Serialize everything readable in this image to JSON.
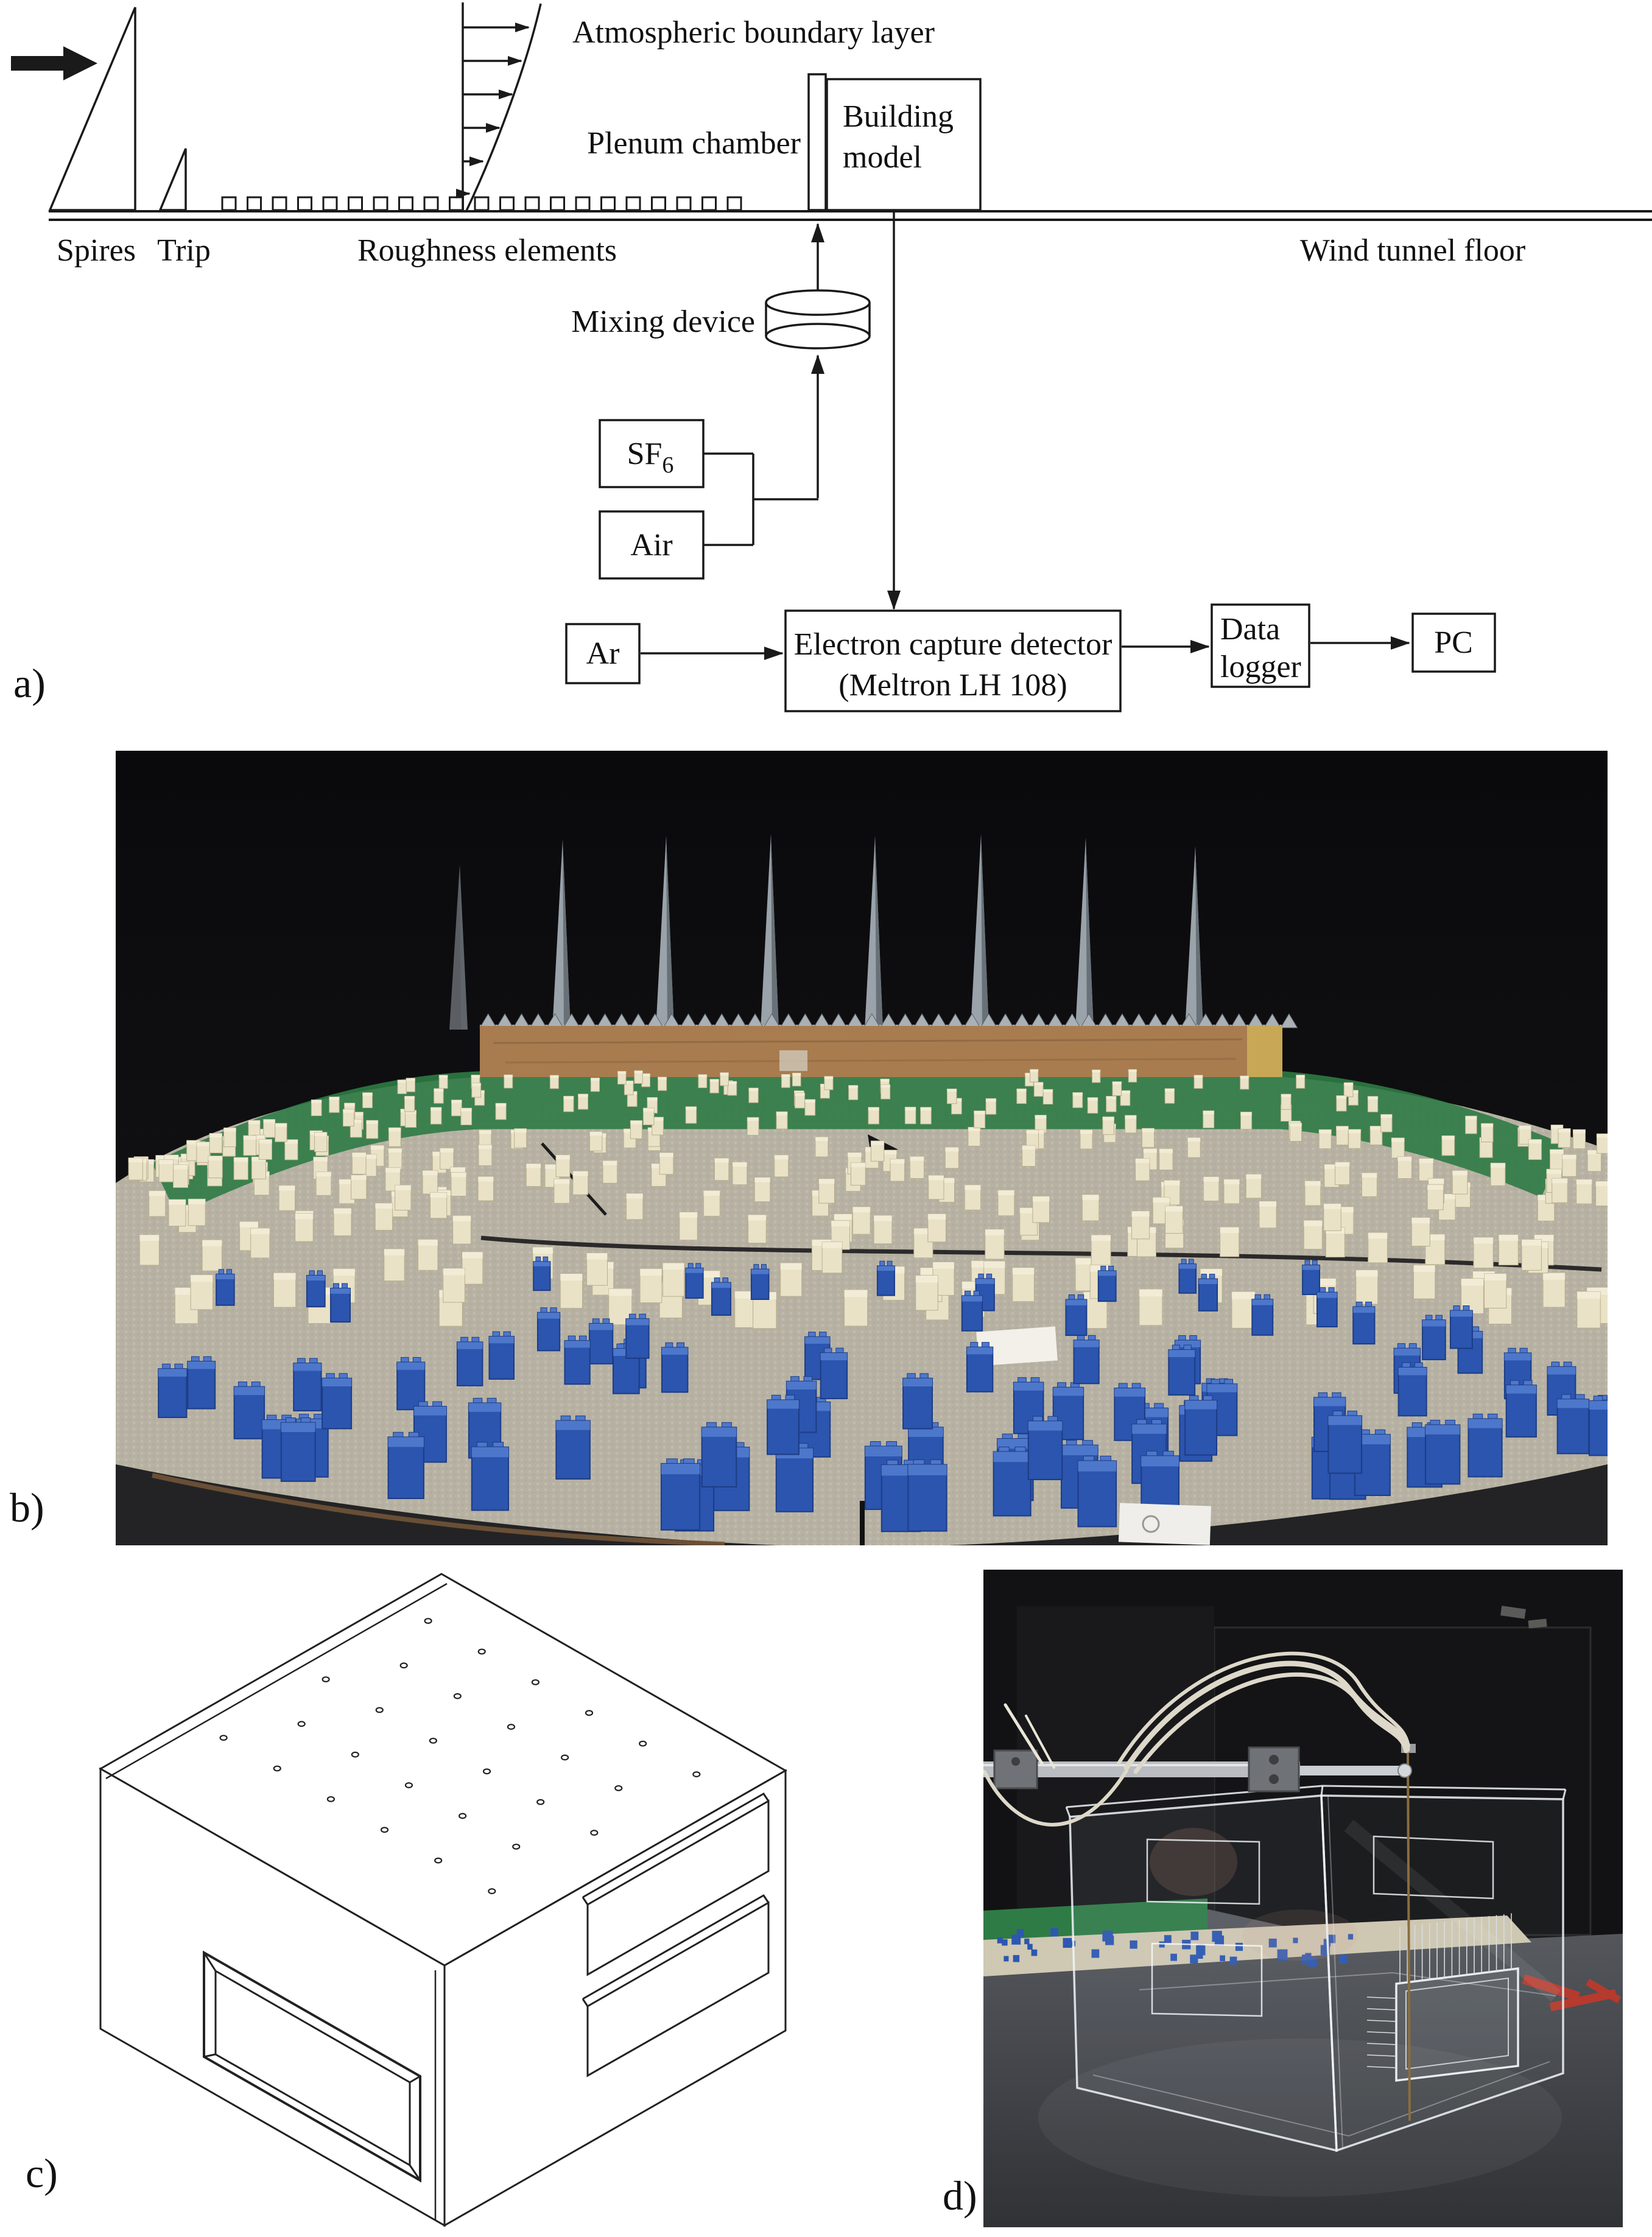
{
  "figure": {
    "panel_labels": {
      "a": "a)",
      "b": "b)",
      "c": "c)",
      "d": "d)"
    },
    "diagram": {
      "labels": {
        "atmospheric_boundary_layer": "Atmospheric boundary layer",
        "plenum_chamber": "Plenum chamber",
        "building_model_line1": "Building",
        "building_model_line2": "model",
        "spires": "Spires",
        "trip": "Trip",
        "roughness_elements": "Roughness elements",
        "wind_tunnel_floor": "Wind tunnel floor",
        "mixing_device": "Mixing device",
        "sf6_main": "SF",
        "sf6_sub": "6",
        "air": "Air",
        "ar": "Ar",
        "ecd_line1": "Electron capture detector",
        "ecd_line2": "(Meltron LH 108)",
        "data_logger_line1": "Data",
        "data_logger_line2": "logger",
        "pc": "PC"
      },
      "colors": {
        "line": "#1a1a1a",
        "background": "#ffffff"
      }
    },
    "photo_b": {
      "colors": {
        "bg": "#0d0d0f",
        "spire": "#9aa2aa",
        "spire_shade": "#646b72",
        "serration": "#a9b1b7",
        "serration_edge": "#5a6166",
        "plank": "#a87c4e",
        "plank_end": "#c8a857",
        "plank_grain": "#8a6340",
        "green": "#2e7b45",
        "baseplate": "#b6b1a2",
        "stud": "#cbc5b5",
        "cream": "#e9e2c6",
        "cream_edge": "#b8af8e",
        "blue": "#2b55ae",
        "blue_top": "#4d77ca",
        "blue_dark": "#1d3c86",
        "floor_dark": "#232325",
        "cable": "#1c1b1d",
        "paper": "#f2f0e8",
        "wood_edge": "#7a5a3a"
      },
      "cream_block_count": 340,
      "blue_block_count": 95
    },
    "photo_d": {
      "colors": {
        "bg": "#121214",
        "panel": "#141416",
        "panel_line": "#2c2c2e",
        "floor_top": "#56595e",
        "floor_bottom": "#303236",
        "acrylic": "rgba(240,244,248,0.85)",
        "acrylic_faint": "rgba(235,240,245,0.35)",
        "etch": "rgba(250,252,255,0.8)",
        "green": "#2f7b45",
        "strip": "#cfc8b2",
        "blue": "#2d57b0",
        "red": "#c0392b",
        "rod": "#b9bcc0",
        "rod_ext": "#caced2",
        "clamp": "#6f7276",
        "tube": "#ddd8c9",
        "tie": "#eae6d8",
        "brass": "#8a6d3f",
        "pin": "#d8dce0",
        "reflection": "#b98b76"
      },
      "blue_block_count": 42
    },
    "model_drawing": {
      "colors": {
        "line": "#222222",
        "fill": "#ffffff"
      },
      "tap_dot_count": 28
    }
  }
}
